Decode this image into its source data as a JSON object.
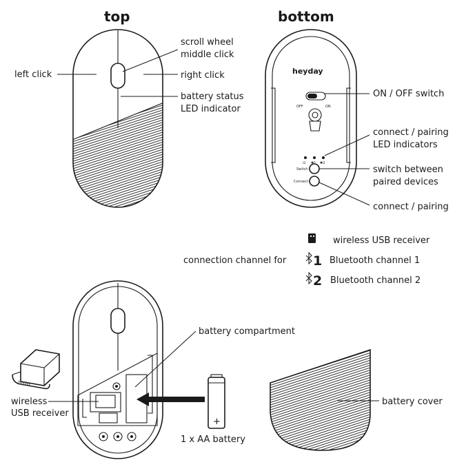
{
  "headings": {
    "top": "top",
    "bottom": "bottom"
  },
  "brand": "heyday",
  "top_labels": {
    "left_click": "left click",
    "scroll_1": "scroll wheel",
    "scroll_2": "middle click",
    "right_click": "right click",
    "battery_1": "battery status",
    "battery_2": "LED indicator"
  },
  "bottom_labels": {
    "onoff": "ON / OFF switch",
    "led_1": "connect / pairing",
    "led_2": "LED indicators",
    "switch_1": "switch between",
    "switch_2": "paired devices",
    "connect": "connect / pairing"
  },
  "device_text": {
    "off": "OFF",
    "on": "ON",
    "switch": "Switch",
    "connect": "Connect",
    "ch_usb": "⊡",
    "ch_1": "✱1",
    "ch_2": "✱2"
  },
  "channel_legend": {
    "title": "connection channel for",
    "items": [
      {
        "icon": "usb-receiver-icon",
        "label": "wireless USB receiver"
      },
      {
        "icon": "bluetooth-icon",
        "label": "Bluetooth channel 1",
        "glyph": "1"
      },
      {
        "icon": "bluetooth-icon",
        "label": "Bluetooth channel 2",
        "glyph": "2"
      }
    ]
  },
  "lower_labels": {
    "battery_compartment": "battery compartment",
    "receiver_1": "wireless",
    "receiver_2": "USB receiver",
    "aa_battery": "1 x AA battery",
    "battery_cover": "battery cover",
    "battery_plus": "+"
  }
}
